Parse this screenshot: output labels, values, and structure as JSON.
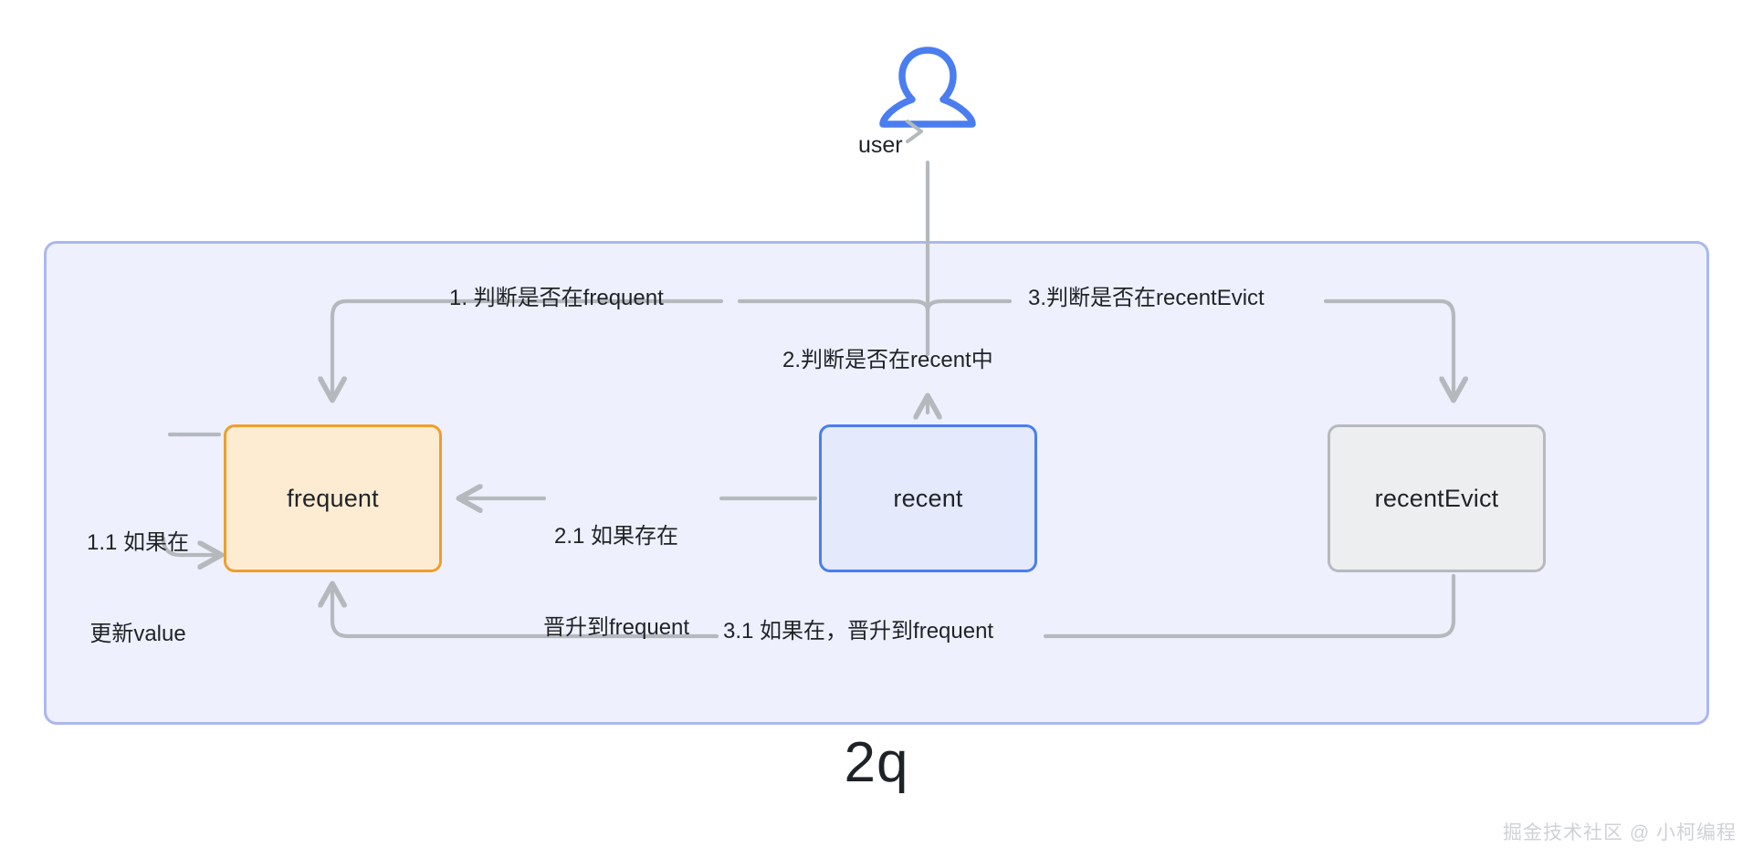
{
  "diagram": {
    "title": "2q",
    "watermark": "掘金技术社区 @ 小柯编程",
    "actor": {
      "name": "user",
      "icon": "user-icon",
      "color": "#4a7df0"
    },
    "panel": {
      "fill": "#eef1fd",
      "border": "#aab8ef"
    },
    "nodes": [
      {
        "id": "frequent",
        "label": "frequent",
        "fill": "#fdecd2",
        "border": "#ef9f2b"
      },
      {
        "id": "recent",
        "label": "recent",
        "fill": "#e4eafc",
        "border": "#4a7df0"
      },
      {
        "id": "recentEvict",
        "label": "recentEvict",
        "fill": "#edeeef",
        "border": "#b7babd"
      }
    ],
    "edges": [
      {
        "id": "e1",
        "label": "1. 判断是否在frequent",
        "from": "user",
        "to": "frequent"
      },
      {
        "id": "e2",
        "label": "2.判断是否在recent中",
        "from": "user",
        "to": "recent"
      },
      {
        "id": "e3",
        "label": "3.判断是否在recentEvict",
        "from": "user",
        "to": "recentEvict"
      },
      {
        "id": "e1_1",
        "label_line1": "1.1 如果在",
        "label_line2": "更新value",
        "from": "frequent",
        "to": "frequent"
      },
      {
        "id": "e2_1",
        "label_line1": "2.1 如果存在",
        "label_line2": "晋升到frequent",
        "from": "recent",
        "to": "frequent"
      },
      {
        "id": "e3_1",
        "label": "3.1 如果在，晋升到frequent",
        "from": "recentEvict",
        "to": "frequent"
      }
    ],
    "edge_color": "#b5b9bd"
  }
}
